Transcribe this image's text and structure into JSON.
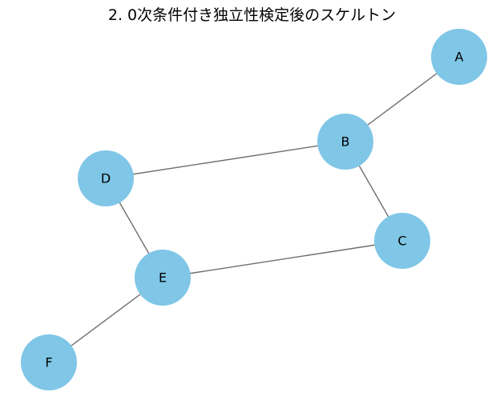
{
  "title": "2. 0次条件付き独立性検定後のスケルトン",
  "colors": {
    "node_fill": "#7fc6e7",
    "edge": "#6e6e6e",
    "label": "#000000"
  },
  "graph": {
    "nodes": [
      {
        "id": "A",
        "label": "A"
      },
      {
        "id": "B",
        "label": "B"
      },
      {
        "id": "C",
        "label": "C"
      },
      {
        "id": "D",
        "label": "D"
      },
      {
        "id": "E",
        "label": "E"
      },
      {
        "id": "F",
        "label": "F"
      }
    ],
    "edges": [
      [
        "A",
        "B"
      ],
      [
        "B",
        "C"
      ],
      [
        "B",
        "D"
      ],
      [
        "C",
        "E"
      ],
      [
        "D",
        "E"
      ],
      [
        "E",
        "F"
      ]
    ]
  }
}
